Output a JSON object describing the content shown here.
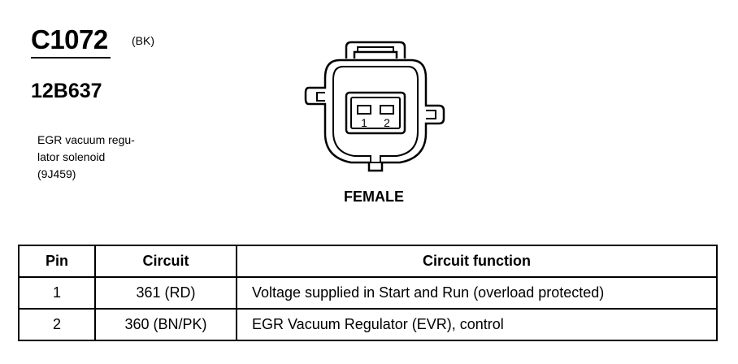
{
  "connector": {
    "id": "C1072",
    "color": "(BK)",
    "part_number": "12B637",
    "description_lines": [
      "EGR vacuum regu-",
      "lator solenoid",
      "(9J459)"
    ],
    "gender": "FEMALE",
    "pin_labels": [
      "1",
      "2"
    ]
  },
  "table": {
    "headers": [
      "Pin",
      "Circuit",
      "Circuit function"
    ],
    "rows": [
      {
        "pin": "1",
        "circuit": "361 (RD)",
        "function": "Voltage supplied in Start and Run (overload protected)"
      },
      {
        "pin": "2",
        "circuit": "360 (BN/PK)",
        "function": "EGR Vacuum Regulator (EVR), control"
      }
    ]
  }
}
